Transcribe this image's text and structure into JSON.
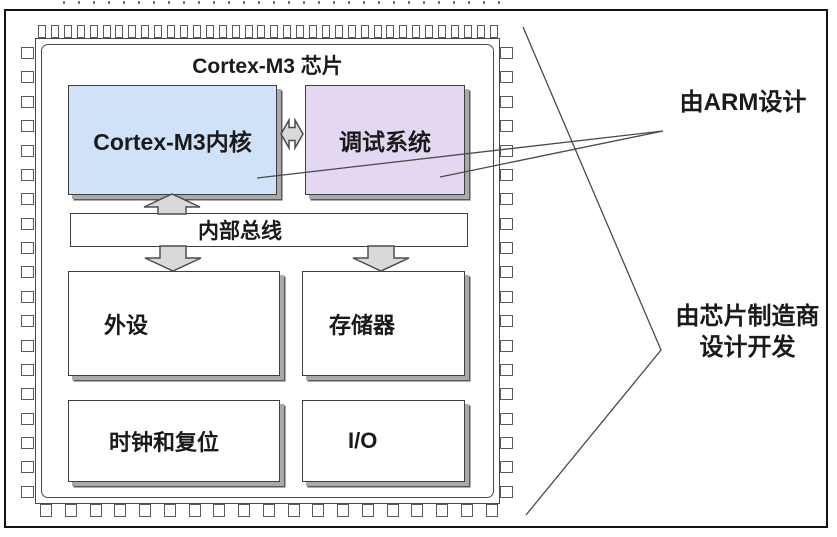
{
  "figure": {
    "chip_title": "Cortex-M3 芯片",
    "blocks": {
      "core": "Cortex-M3内核",
      "debug": "调试系统",
      "bus": "内部总线",
      "peripherals": "外设",
      "memory": "存储器",
      "clock_reset": "时钟和复位",
      "io": "I/O"
    },
    "annotations": {
      "designed_by_arm": "由ARM设计",
      "designed_by_manufacturer_line1": "由芯片制造商",
      "designed_by_manufacturer_line2": "设计开发"
    },
    "colors": {
      "core_fill": "#cfe2f8",
      "debug_fill": "#e3d7f2",
      "arrow_fill": "#d9d9d9",
      "box_border": "#3f3f3f",
      "shadow_gray": "#a9a9a9",
      "annotation_line": "#4a4a4a"
    }
  }
}
